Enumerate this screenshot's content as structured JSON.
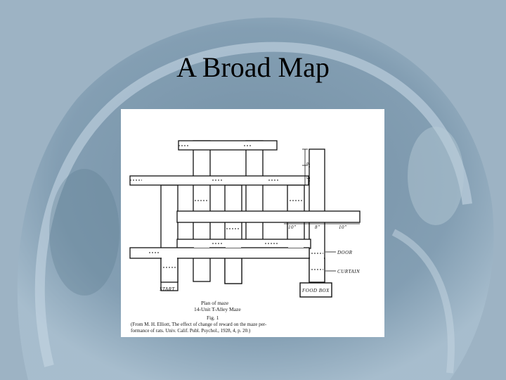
{
  "slide": {
    "title": "A Broad Map"
  },
  "figure": {
    "labels": {
      "start": "START",
      "door": "DOOR",
      "curtain": "CURTAIN",
      "food_box": "FOOD BOX",
      "dim_10_left": "10\"",
      "dim_8": "8\"",
      "dim_10_right": "10\"",
      "dim_6": "6\"",
      "dim_5": "5\""
    },
    "caption": {
      "line1": "Plan of maze",
      "line2": "14-Unit T-Alley Maze",
      "line3": "Fig. 1",
      "line4": "(From M. H. Elliott, The effect of change of reward on the maze per-",
      "line5": "formance of rats. Univ. Calif. Publ. Psychol., 1928, 4, p. 20.)"
    }
  },
  "colors": {
    "background": "#8aa4b8",
    "figure_bg": "#ffffff",
    "ink": "#111111"
  }
}
